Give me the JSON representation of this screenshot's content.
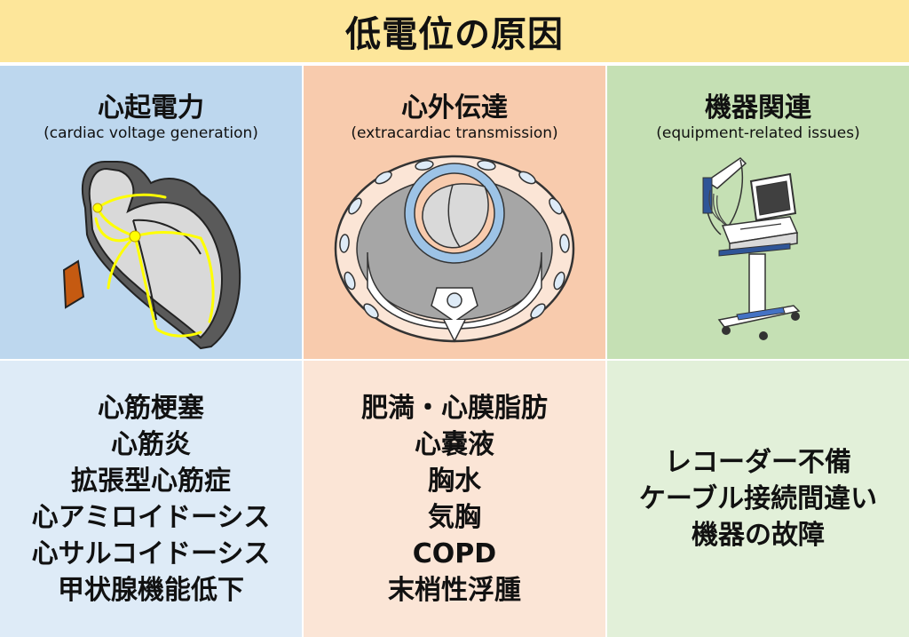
{
  "title": "低電位の原因",
  "columns": [
    {
      "heading": "心起電力",
      "subheading": "(cardiac voltage generation)",
      "icon": "heart-conduction-icon",
      "color_top": "#bdd7ee",
      "color_bottom": "#deebf7",
      "items": [
        "心筋梗塞",
        "心筋炎",
        "拡張型心筋症",
        "心アミロイドーシス",
        "心サルコイドーシス",
        "甲状腺機能低下"
      ]
    },
    {
      "heading": "心外伝達",
      "subheading": "(extracardiac transmission)",
      "icon": "chest-cross-section-icon",
      "color_top": "#f8cbad",
      "color_bottom": "#fbe5d6",
      "items": [
        "肥満・心膜脂肪",
        "心嚢液",
        "胸水",
        "気胸",
        "COPD",
        "末梢性浮腫"
      ]
    },
    {
      "heading": "機器関連",
      "subheading": "(equipment-related issues)",
      "icon": "ecg-machine-icon",
      "color_top": "#c5e0b4",
      "color_bottom": "#e2f0d9",
      "items": [
        "レコーダー不備",
        "ケーブル接続間違い",
        "機器の故障"
      ]
    }
  ]
}
